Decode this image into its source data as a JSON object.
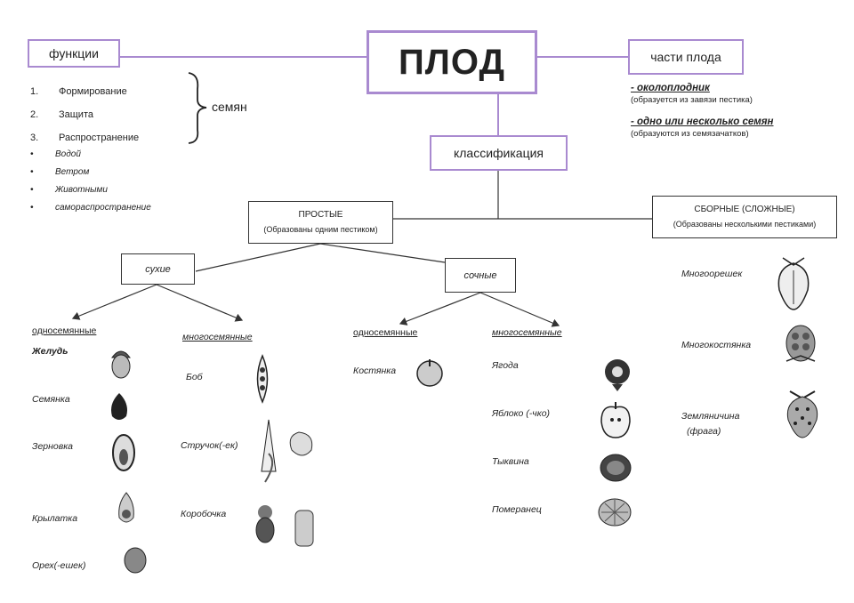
{
  "main_title": "ПЛОД",
  "functions": {
    "title": "функции",
    "items": [
      "1.",
      "Формирование",
      "2.",
      "Защита",
      "3.",
      "Распространение"
    ],
    "brace_label": "семян",
    "spread": [
      "Водой",
      "Ветром",
      "Животными",
      "самораспространение"
    ]
  },
  "parts": {
    "title": "части плода",
    "items": [
      {
        "name": "- околоплодник",
        "note": "(образуется из завязи пестика)"
      },
      {
        "name": "- одно или несколько семян",
        "note": "(образуются из семязачатков)"
      }
    ]
  },
  "classification": "классификация",
  "simple": {
    "title": "ПРОСТЫЕ",
    "note": "(Образованы одним пестиком)"
  },
  "compound": {
    "title": "СБОРНЫЕ (СЛОЖНЫЕ)",
    "note": "(Образованы несколькими пестиками)",
    "items": [
      "Многоорешек",
      "Многокостянка",
      "Земляничина",
      "(фрага)"
    ]
  },
  "dry": {
    "title": "сухие",
    "one_seed": {
      "title": "односемянные",
      "items": [
        "Желудь",
        "Семянка",
        "Зерновка",
        "Крылатка",
        "Орех(-ешек)"
      ]
    },
    "many_seed": {
      "title": "многосемянные",
      "items": [
        "Боб",
        "Стручок(-ек)",
        "Коробочка"
      ]
    }
  },
  "juicy": {
    "title": "сочные",
    "one_seed": {
      "title": "односемянные",
      "items": [
        "Костянка"
      ]
    },
    "many_seed": {
      "title": "многосемянные",
      "items": [
        "Ягода",
        "Яблоко (-чко)",
        "Тыквина",
        "Померанец"
      ]
    }
  },
  "colors": {
    "accent": "#a98ad0",
    "line": "#333333"
  }
}
